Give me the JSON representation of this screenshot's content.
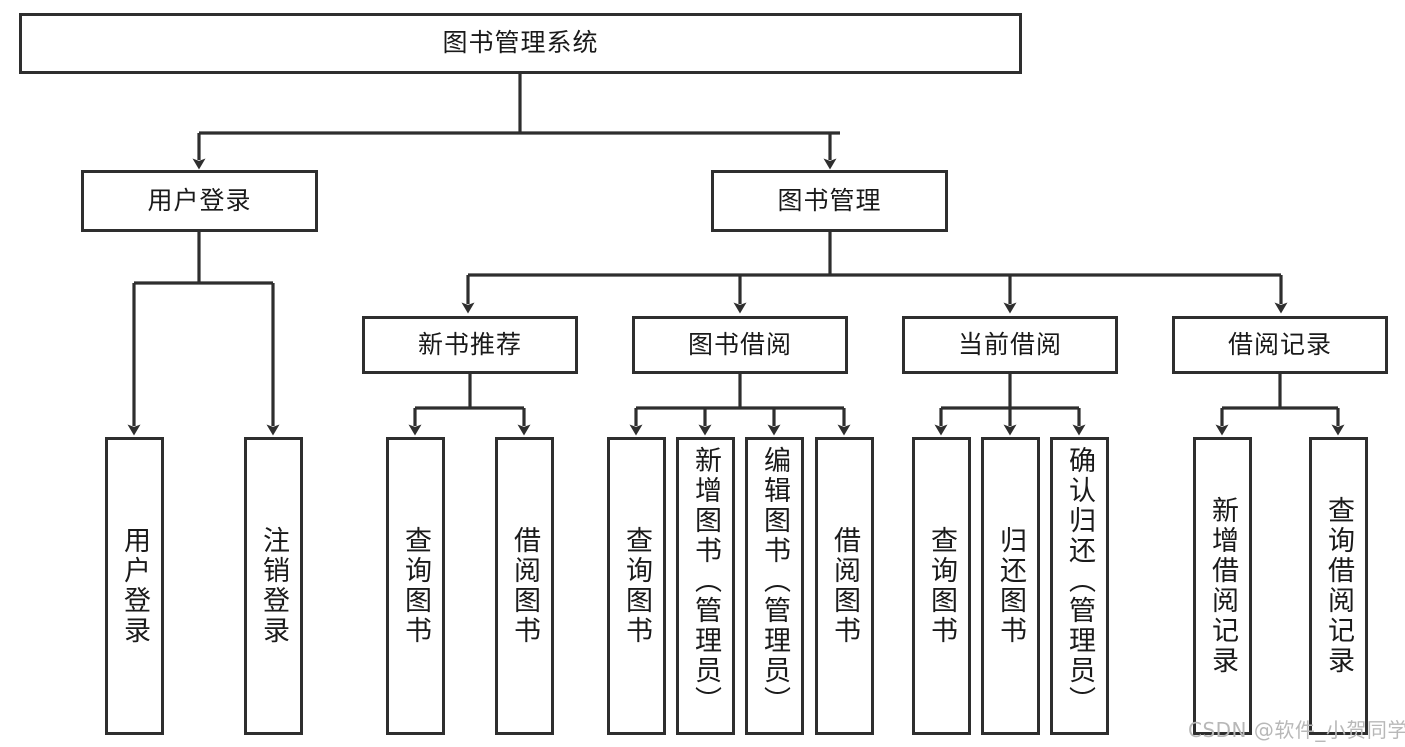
{
  "diagram": {
    "type": "tree-hierarchy",
    "title": "图书管理系统",
    "orientation": "top-down",
    "levels": 4,
    "colors": {
      "box_border": "#2e2e2e",
      "box_fill": "#ffffff",
      "line": "#2e2e2e",
      "text": "#1a1a1a",
      "watermark": "#b8b8b8"
    },
    "nodes": {
      "root": {
        "label": "图书管理系统"
      },
      "level2": [
        {
          "label": "用户登录"
        },
        {
          "label": "图书管理"
        }
      ],
      "level3": [
        {
          "label": "新书推荐"
        },
        {
          "label": "图书借阅"
        },
        {
          "label": "当前借阅"
        },
        {
          "label": "借阅记录"
        }
      ],
      "leaves": {
        "user_login": [
          {
            "label": "用户登录"
          },
          {
            "label": "注销登录"
          }
        ],
        "new_book_recommend": [
          {
            "label": "查询图书"
          },
          {
            "label": "借阅图书"
          }
        ],
        "book_borrow": [
          {
            "label": "查询图书"
          },
          {
            "label": "新增图书（管理员）"
          },
          {
            "label": "编辑图书（管理员）"
          },
          {
            "label": "借阅图书"
          }
        ],
        "current_borrow": [
          {
            "label": "查询图书"
          },
          {
            "label": "归还图书"
          },
          {
            "label": "确认归还（管理员）"
          }
        ],
        "borrow_record": [
          {
            "label": "新增借阅记录"
          },
          {
            "label": "查询借阅记录"
          }
        ]
      }
    },
    "watermark": "CSDN @软件_小贺同学"
  }
}
